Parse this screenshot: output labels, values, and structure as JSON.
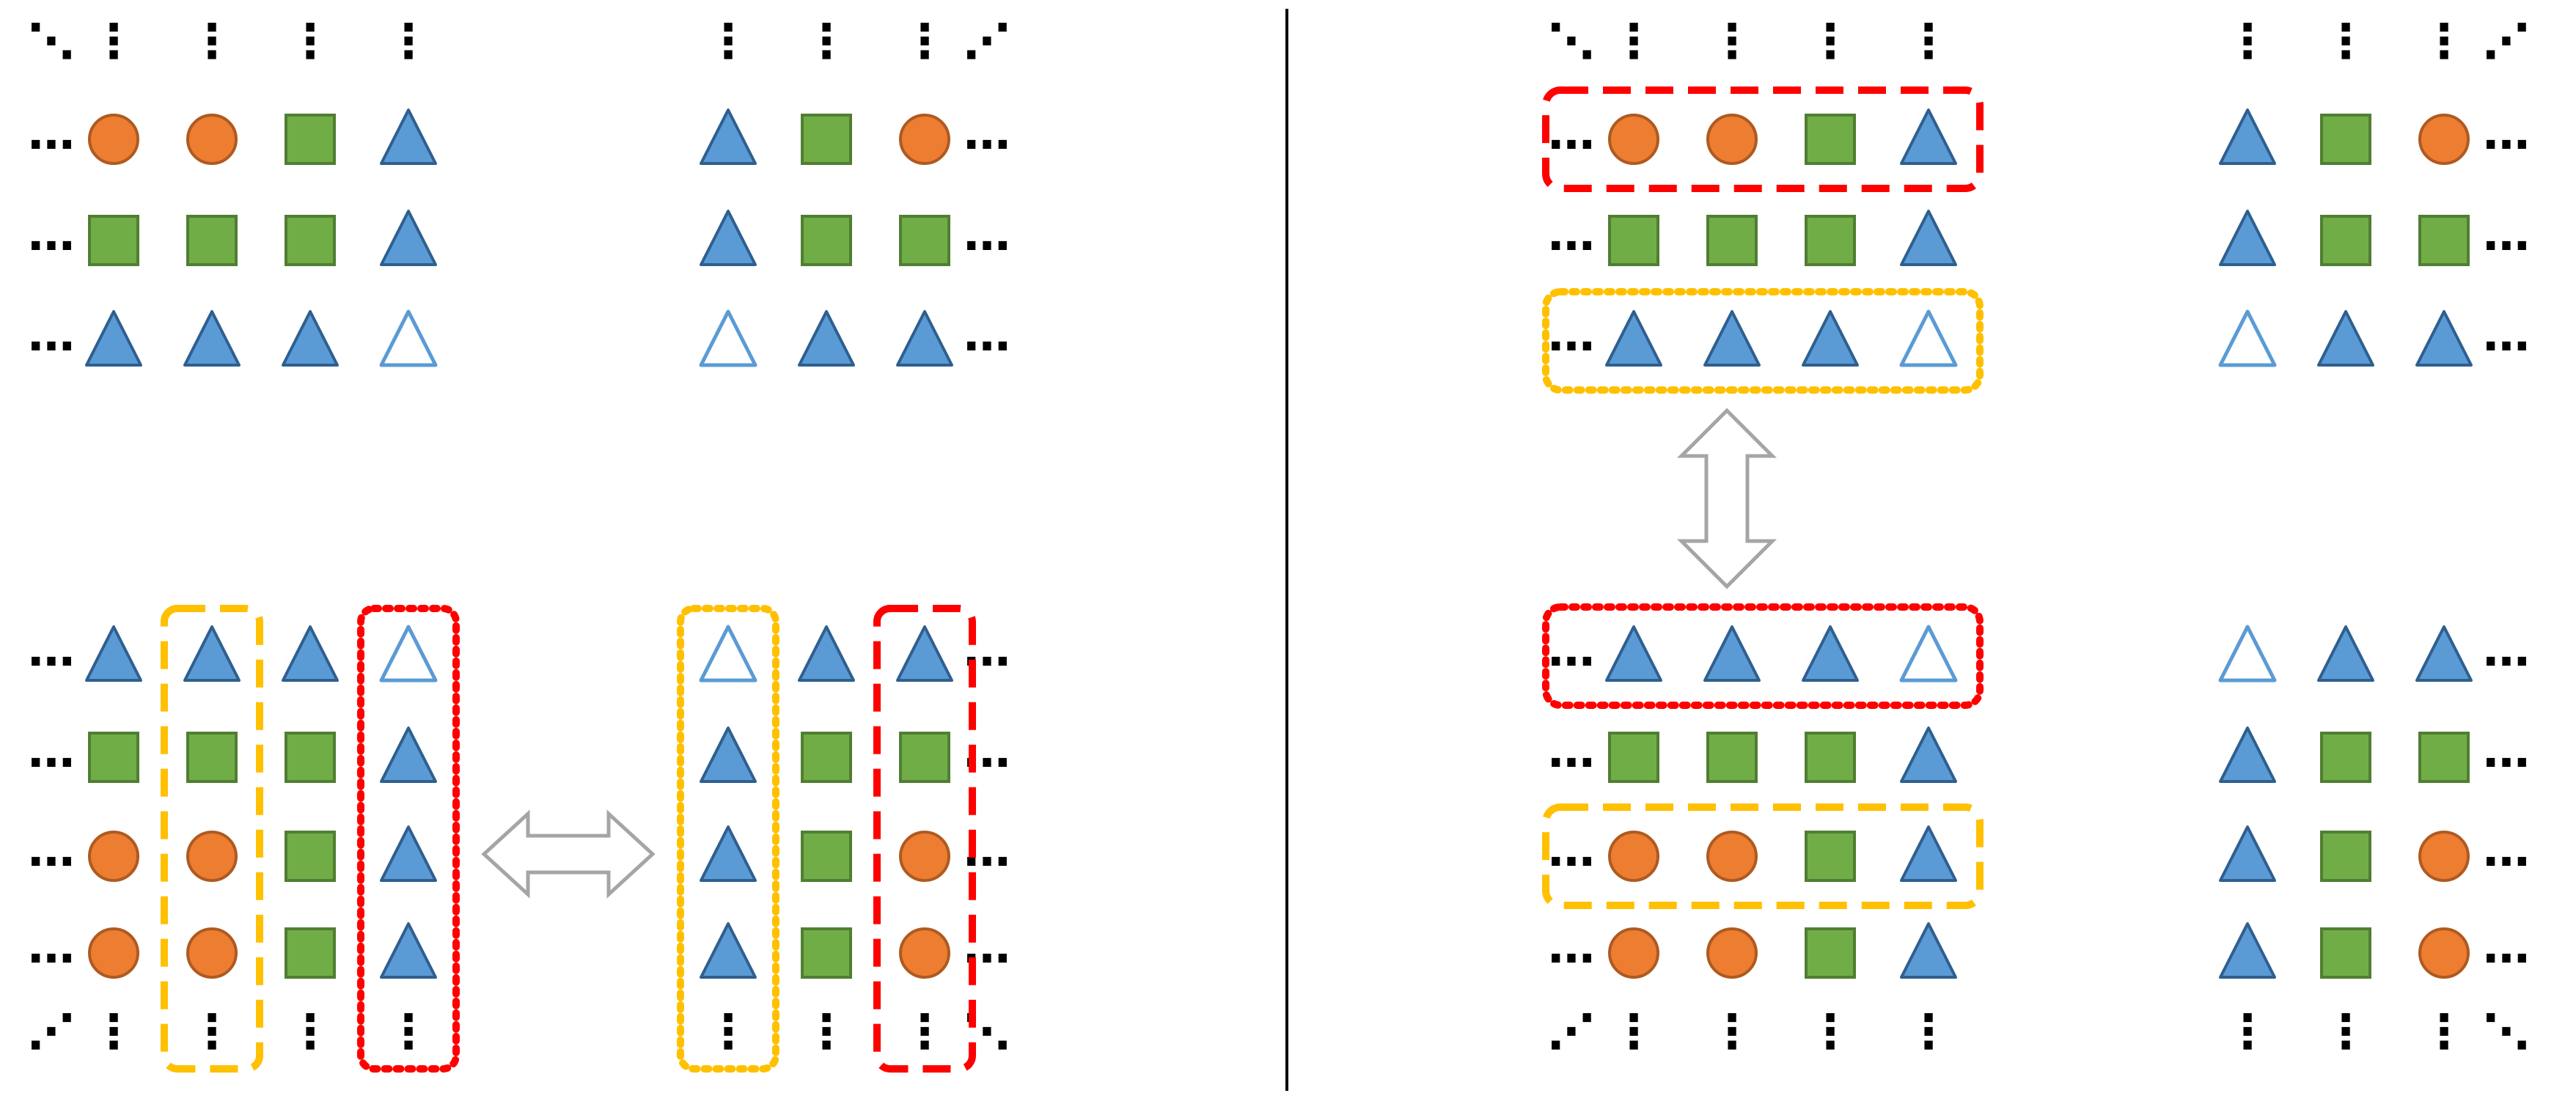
{
  "colors": {
    "circle_fill": "#ED7D31",
    "circle_stroke": "#AE5A21",
    "square_fill": "#70AD47",
    "square_stroke": "#507E32",
    "triangle_fill": "#5B9BD5",
    "triangle_stroke": "#2F5F8F",
    "hollow_triangle_stroke": "#5B9BD5",
    "red_box": "#FF0000",
    "yellow_box": "#FFC000",
    "arrow_stroke": "#A5A5A5",
    "divider": "#000000"
  },
  "ellipsis": {
    "horizontal": "…",
    "vertical": "⋮",
    "diagonal": "⋱",
    "anti_diagonal": "⋰"
  },
  "panels": [
    {
      "name": "left-panel",
      "arrow": "horizontal",
      "grids": [
        {
          "name": "grid-top-left",
          "rows": [
            [
              "circle",
              "circle",
              "square",
              "triangle"
            ],
            [
              "square",
              "square",
              "square",
              "triangle"
            ],
            [
              "triangle",
              "triangle",
              "triangle",
              "hollow-triangle"
            ]
          ]
        },
        {
          "name": "grid-top-right",
          "rows": [
            [
              "triangle",
              "square",
              "circle"
            ],
            [
              "triangle",
              "square",
              "square"
            ],
            [
              "hollow-triangle",
              "triangle",
              "triangle"
            ]
          ]
        },
        {
          "name": "grid-bottom-left",
          "rows": [
            [
              "triangle",
              "triangle",
              "triangle",
              "hollow-triangle"
            ],
            [
              "square",
              "square",
              "square",
              "triangle"
            ],
            [
              "circle",
              "circle",
              "square",
              "triangle"
            ],
            [
              "circle",
              "circle",
              "square",
              "triangle"
            ]
          ],
          "highlights": [
            {
              "color": "yellow",
              "style": "dashed",
              "column": 1
            },
            {
              "color": "red",
              "style": "dotted",
              "column": 3
            }
          ]
        },
        {
          "name": "grid-bottom-right",
          "rows": [
            [
              "hollow-triangle",
              "triangle",
              "triangle"
            ],
            [
              "triangle",
              "square",
              "square"
            ],
            [
              "triangle",
              "square",
              "circle"
            ],
            [
              "triangle",
              "square",
              "circle"
            ]
          ],
          "highlights": [
            {
              "color": "yellow",
              "style": "dotted",
              "column": 0
            },
            {
              "color": "red",
              "style": "dashed",
              "column": 2
            }
          ]
        }
      ]
    },
    {
      "name": "right-panel",
      "arrow": "vertical",
      "grids": [
        {
          "name": "grid-top-left",
          "rows": [
            [
              "circle",
              "circle",
              "square",
              "triangle"
            ],
            [
              "square",
              "square",
              "square",
              "triangle"
            ],
            [
              "triangle",
              "triangle",
              "triangle",
              "hollow-triangle"
            ]
          ],
          "highlights": [
            {
              "color": "red",
              "style": "dashed",
              "row": 0
            },
            {
              "color": "yellow",
              "style": "dotted",
              "row": 2
            }
          ]
        },
        {
          "name": "grid-top-right",
          "rows": [
            [
              "triangle",
              "square",
              "circle"
            ],
            [
              "triangle",
              "square",
              "square"
            ],
            [
              "hollow-triangle",
              "triangle",
              "triangle"
            ]
          ]
        },
        {
          "name": "grid-bottom-left",
          "rows": [
            [
              "triangle",
              "triangle",
              "triangle",
              "hollow-triangle"
            ],
            [
              "square",
              "square",
              "square",
              "triangle"
            ],
            [
              "circle",
              "circle",
              "square",
              "triangle"
            ],
            [
              "circle",
              "circle",
              "square",
              "triangle"
            ]
          ],
          "highlights": [
            {
              "color": "red",
              "style": "dotted",
              "row": 0
            },
            {
              "color": "yellow",
              "style": "dashed",
              "row": 2
            }
          ]
        },
        {
          "name": "grid-bottom-right",
          "rows": [
            [
              "hollow-triangle",
              "triangle",
              "triangle"
            ],
            [
              "triangle",
              "square",
              "square"
            ],
            [
              "triangle",
              "square",
              "circle"
            ],
            [
              "triangle",
              "square",
              "circle"
            ]
          ]
        }
      ]
    }
  ]
}
